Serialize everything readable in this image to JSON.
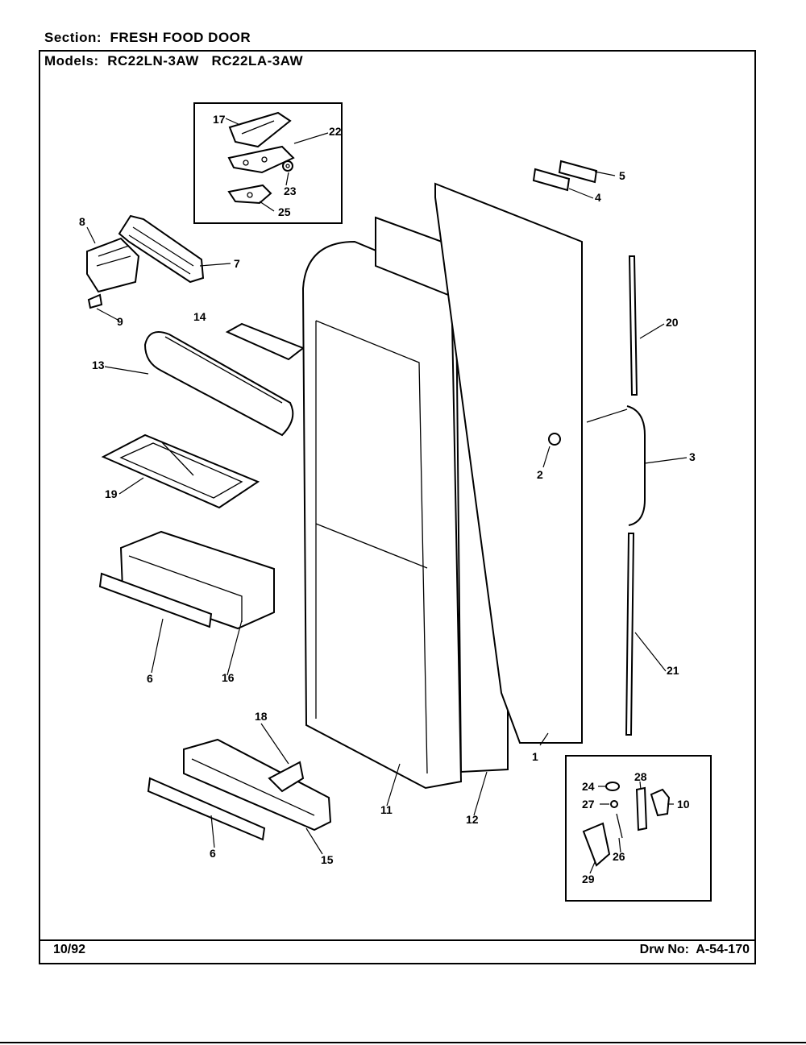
{
  "header": {
    "section_label": "Section:",
    "section_value": "FRESH FOOD DOOR",
    "models_label": "Models:",
    "models_value": "RC22LN-3AW   RC22LA-3AW"
  },
  "footer": {
    "date": "10/92",
    "drawing_label": "Drw No:",
    "drawing_number": "A-54-170"
  },
  "callouts": {
    "c1": "1",
    "c2": "2",
    "c3": "3",
    "c4": "4",
    "c5": "5",
    "c6a": "6",
    "c6b": "6",
    "c7": "7",
    "c8": "8",
    "c9": "9",
    "c10": "10",
    "c11": "11",
    "c12": "12",
    "c13": "13",
    "c14": "14",
    "c15": "15",
    "c16": "16",
    "c17": "17",
    "c18": "18",
    "c19": "19",
    "c20": "20",
    "c21": "21",
    "c22": "22",
    "c23": "23",
    "c24": "24",
    "c25": "25",
    "c26": "26",
    "c27": "27",
    "c28": "28",
    "c29": "29"
  }
}
